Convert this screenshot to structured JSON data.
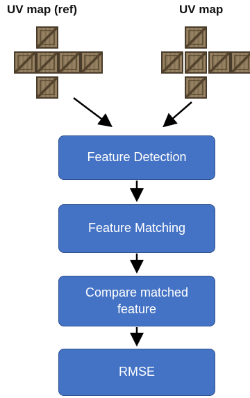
{
  "labels": {
    "uv_map_ref": "UV map (ref)",
    "uv_map": "UV map"
  },
  "steps": {
    "feature_detection": "Feature Detection",
    "feature_matching": "Feature Matching",
    "compare_matched_feature": "Compare matched feature",
    "rmse": "RMSE"
  },
  "colors": {
    "box_fill": "#4472c4",
    "box_border": "#2f528f",
    "box_text": "#ffffff",
    "arrow": "#000000",
    "crate_texture": "#8c785a"
  },
  "icons": {
    "uv_map_ref": "crate-cube-cross-icon",
    "uv_map": "crate-cube-cross-icon"
  }
}
